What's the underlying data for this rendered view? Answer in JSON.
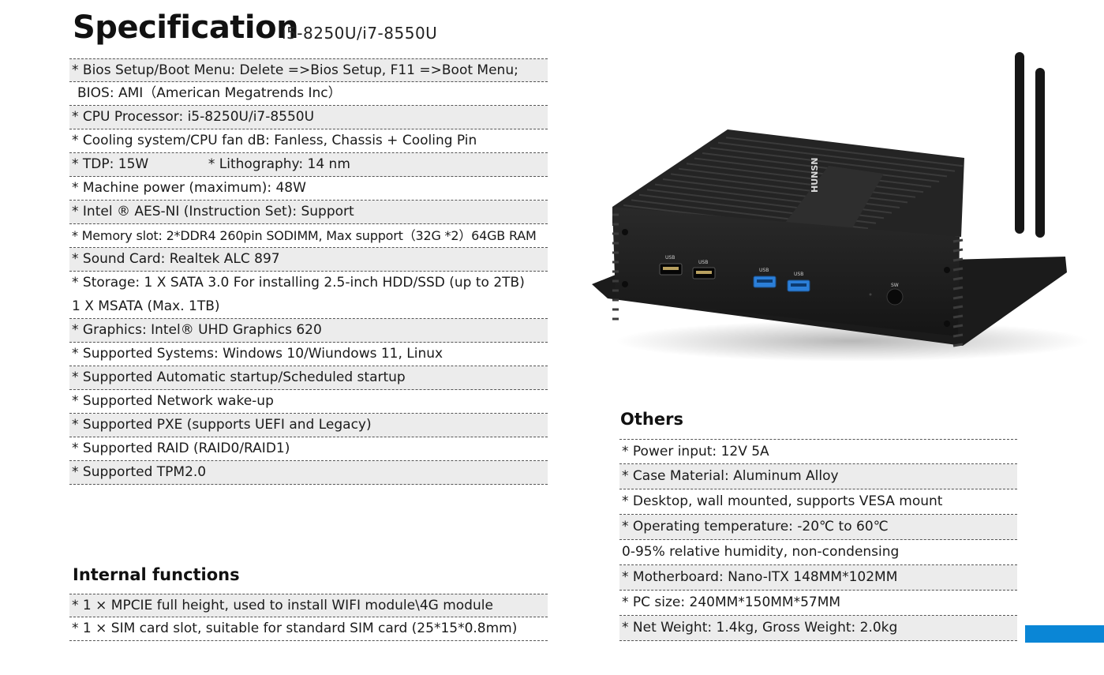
{
  "header": {
    "title": "Specification",
    "subtitle": "i5-8250U/i7-8550U"
  },
  "spec_rows": [
    "* Bios Setup/Boot Menu: Delete =>Bios Setup, F11 =>Boot Menu;",
    "  BIOS: AMI（American Megatrends Inc）",
    "* CPU Processor: i5-8250U/i7-8550U",
    "* Cooling system/CPU fan dB: Fanless, Chassis + Cooling Pin",
    "* TDP: 15W              * Lithography: 14 nm",
    "* Machine power (maximum): 48W",
    "* Intel ® AES-NI (Instruction Set): Support",
    "* Memory slot: 2*DDR4 260pin SODIMM, Max support（32G *2）64GB RAM",
    "* Sound Card: Realtek ALC 897",
    "* Storage: 1 X SATA 3.0 For installing 2.5-inch HDD/SSD (up to 2TB)",
    "1 X MSATA (Max. 1TB)",
    "* Graphics: Intel® UHD Graphics 620",
    "* Supported Systems: Windows 10/Wiundows 11, Linux",
    "* Supported Automatic startup/Scheduled startup",
    "* Supported Network wake-up",
    "* Supported PXE (supports UEFI and Legacy)",
    "* Supported RAID (RAID0/RAID1)",
    "* Supported TPM2.0"
  ],
  "internal": {
    "heading": "Internal functions",
    "rows": [
      "* 1 × MPCIE full height, used to install WIFI module\\4G module",
      "* 1 × SIM card slot, suitable for standard SIM card (25*15*0.8mm)"
    ]
  },
  "others": {
    "heading": "Others",
    "rows": [
      "* Power input: 12V 5A",
      "* Case Material: Aluminum Alloy",
      "* Desktop, wall mounted, supports VESA mount",
      "* Operating temperature: -20℃ to 60℃",
      "0-95% relative humidity, non-condensing",
      "* Motherboard: Nano-ITX 148MM*102MM",
      "* PC size: 240MM*150MM*57MM",
      "*  Net Weight: 1.4kg, Gross Weight: 2.0kg"
    ]
  },
  "product": {
    "port_label": "USB",
    "switch_label": "SW",
    "logo": "HUNSN"
  },
  "colors": {
    "accent_bar": "#0a86d6",
    "row_shade": "#ececec",
    "usb3_blue": "#2b7fd9"
  }
}
